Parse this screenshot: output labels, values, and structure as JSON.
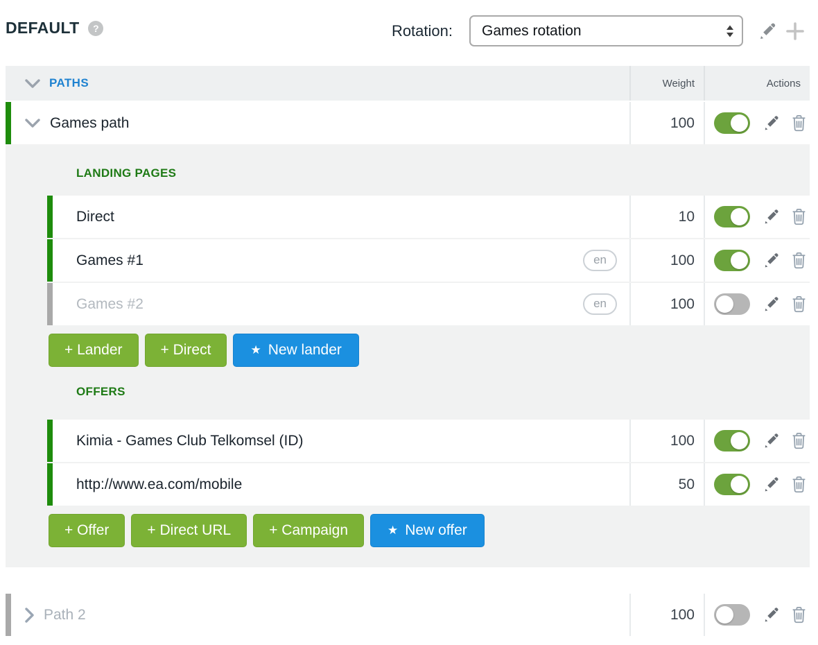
{
  "header": {
    "title": "DEFAULT",
    "rotation_label": "Rotation:",
    "rotation_value": "Games rotation"
  },
  "icons": {
    "question": "?",
    "star": "★"
  },
  "table": {
    "paths_label": "PATHS",
    "weight_header": "Weight",
    "actions_header": "Actions"
  },
  "paths": [
    {
      "name": "Games path",
      "weight": "100",
      "enabled": true,
      "expanded": true,
      "landing_label": "LANDING PAGES",
      "landing_pages": [
        {
          "name": "Direct",
          "weight": "10",
          "enabled": true,
          "badge": ""
        },
        {
          "name": "Games #1",
          "weight": "100",
          "enabled": true,
          "badge": "en"
        },
        {
          "name": "Games #2",
          "weight": "100",
          "enabled": false,
          "badge": "en"
        }
      ],
      "offers_label": "OFFERS",
      "offers": [
        {
          "name": "Kimia - Games Club Telkomsel (ID)",
          "weight": "100",
          "enabled": true
        },
        {
          "name": "http://www.ea.com/mobile",
          "weight": "50",
          "enabled": true
        }
      ]
    },
    {
      "name": "Path 2",
      "weight": "100",
      "enabled": false,
      "expanded": false
    }
  ],
  "buttons": {
    "add_lander": "+ Lander",
    "add_direct": "+ Direct",
    "new_lander": "New lander",
    "add_offer": "+ Offer",
    "add_direct_url": "+ Direct URL",
    "add_campaign": "+ Campaign",
    "new_offer": "New offer"
  },
  "colors": {
    "active_bar_green": "#1e8c0c",
    "inactive_bar_gray": "#a9a9a9",
    "toggle_on_green": "#6ca33d",
    "toggle_off_gray": "#b6b6b6",
    "button_green": "#7cb236",
    "button_blue": "#1b90e0",
    "paths_blue": "#1f82d0",
    "section_label_green": "#1e7a15",
    "section_bg": "#f1f2f2",
    "header_bg": "#eef0f1"
  }
}
